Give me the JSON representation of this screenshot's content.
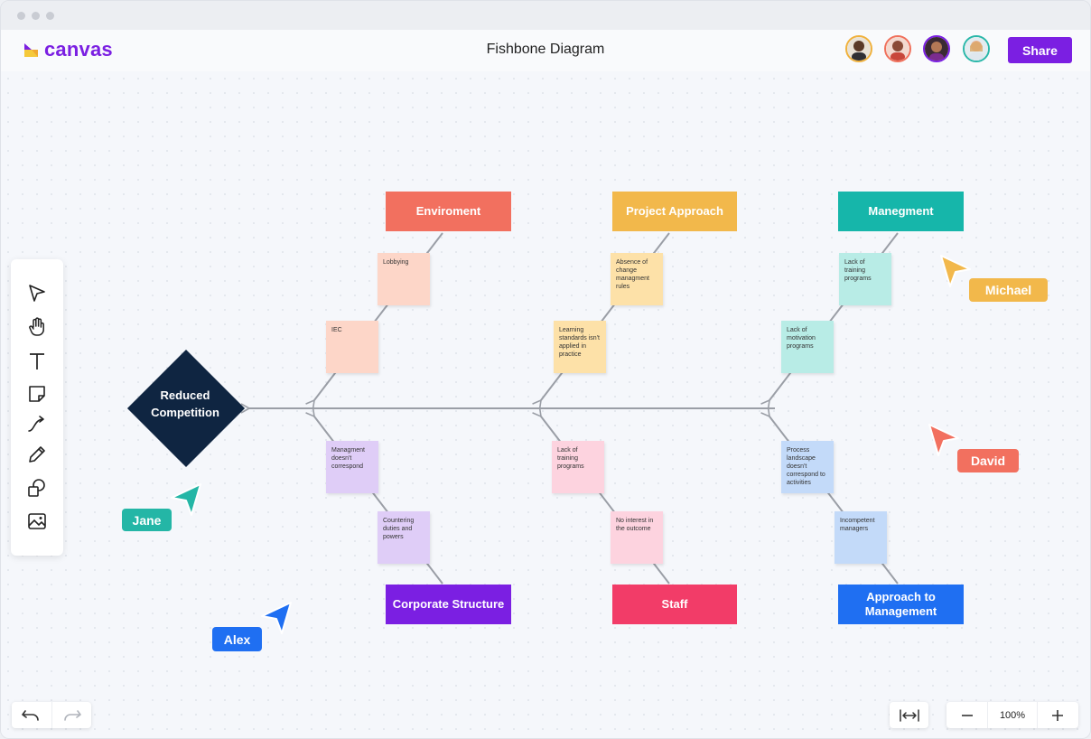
{
  "app": {
    "logo_text": "canvas",
    "title": "Fishbone Diagram",
    "share_label": "Share"
  },
  "collaborators": [
    {
      "name": "avatar-1",
      "ring": "#f0b13c"
    },
    {
      "name": "avatar-2",
      "ring": "#f0705b"
    },
    {
      "name": "avatar-3",
      "ring": "#7b1fe2"
    },
    {
      "name": "avatar-4",
      "ring": "#2ab7a9"
    }
  ],
  "tools": [
    "select-tool",
    "hand-tool",
    "text-tool",
    "sticky-note-tool",
    "connector-tool",
    "pen-tool",
    "shapes-tool",
    "image-tool"
  ],
  "diagram": {
    "effect": "Reduced Competition",
    "categories": {
      "environment": "Enviroment",
      "project_approach": "Project Approach",
      "management": "Manegment",
      "corporate_structure": "Corporate Structure",
      "staff": "Staff",
      "approach_to_management": "Approach to Management"
    },
    "notes": {
      "lobbying": "Lobbying",
      "iec": "IEC",
      "absence_change": "Absence of change managment rules",
      "learning_standards": "Learning standards isn't applied in practice",
      "lack_training_top": "Lack of training programs",
      "lack_motivation": "Lack of motivation programs",
      "managment_doesnt": "Managment doesn't correspond",
      "countering_duties": "Countering duties and powers",
      "lack_training_bottom": "Lack of training programs",
      "no_interest": "No interest in the outcome",
      "process_landscape": "Process landscape doesn't correspond to activities",
      "incompetent": "Incompetent managers"
    }
  },
  "cursors": {
    "michael": {
      "label": "Michael",
      "color": "#f2b84b"
    },
    "david": {
      "label": "David",
      "color": "#f2705f"
    },
    "jane": {
      "label": "Jane",
      "color": "#24b6a6"
    },
    "alex": {
      "label": "Alex",
      "color": "#1f6ff2"
    }
  },
  "zoom": {
    "level": "100%"
  },
  "colors": {
    "accent": "#7b1fe2",
    "environment": "#f2705f",
    "project_approach": "#f2b84b",
    "management": "#16b6aa",
    "corporate_structure": "#7b1fe2",
    "staff": "#f23c68",
    "approach_to_management": "#1f6ff2",
    "effect": "#0f2541"
  }
}
